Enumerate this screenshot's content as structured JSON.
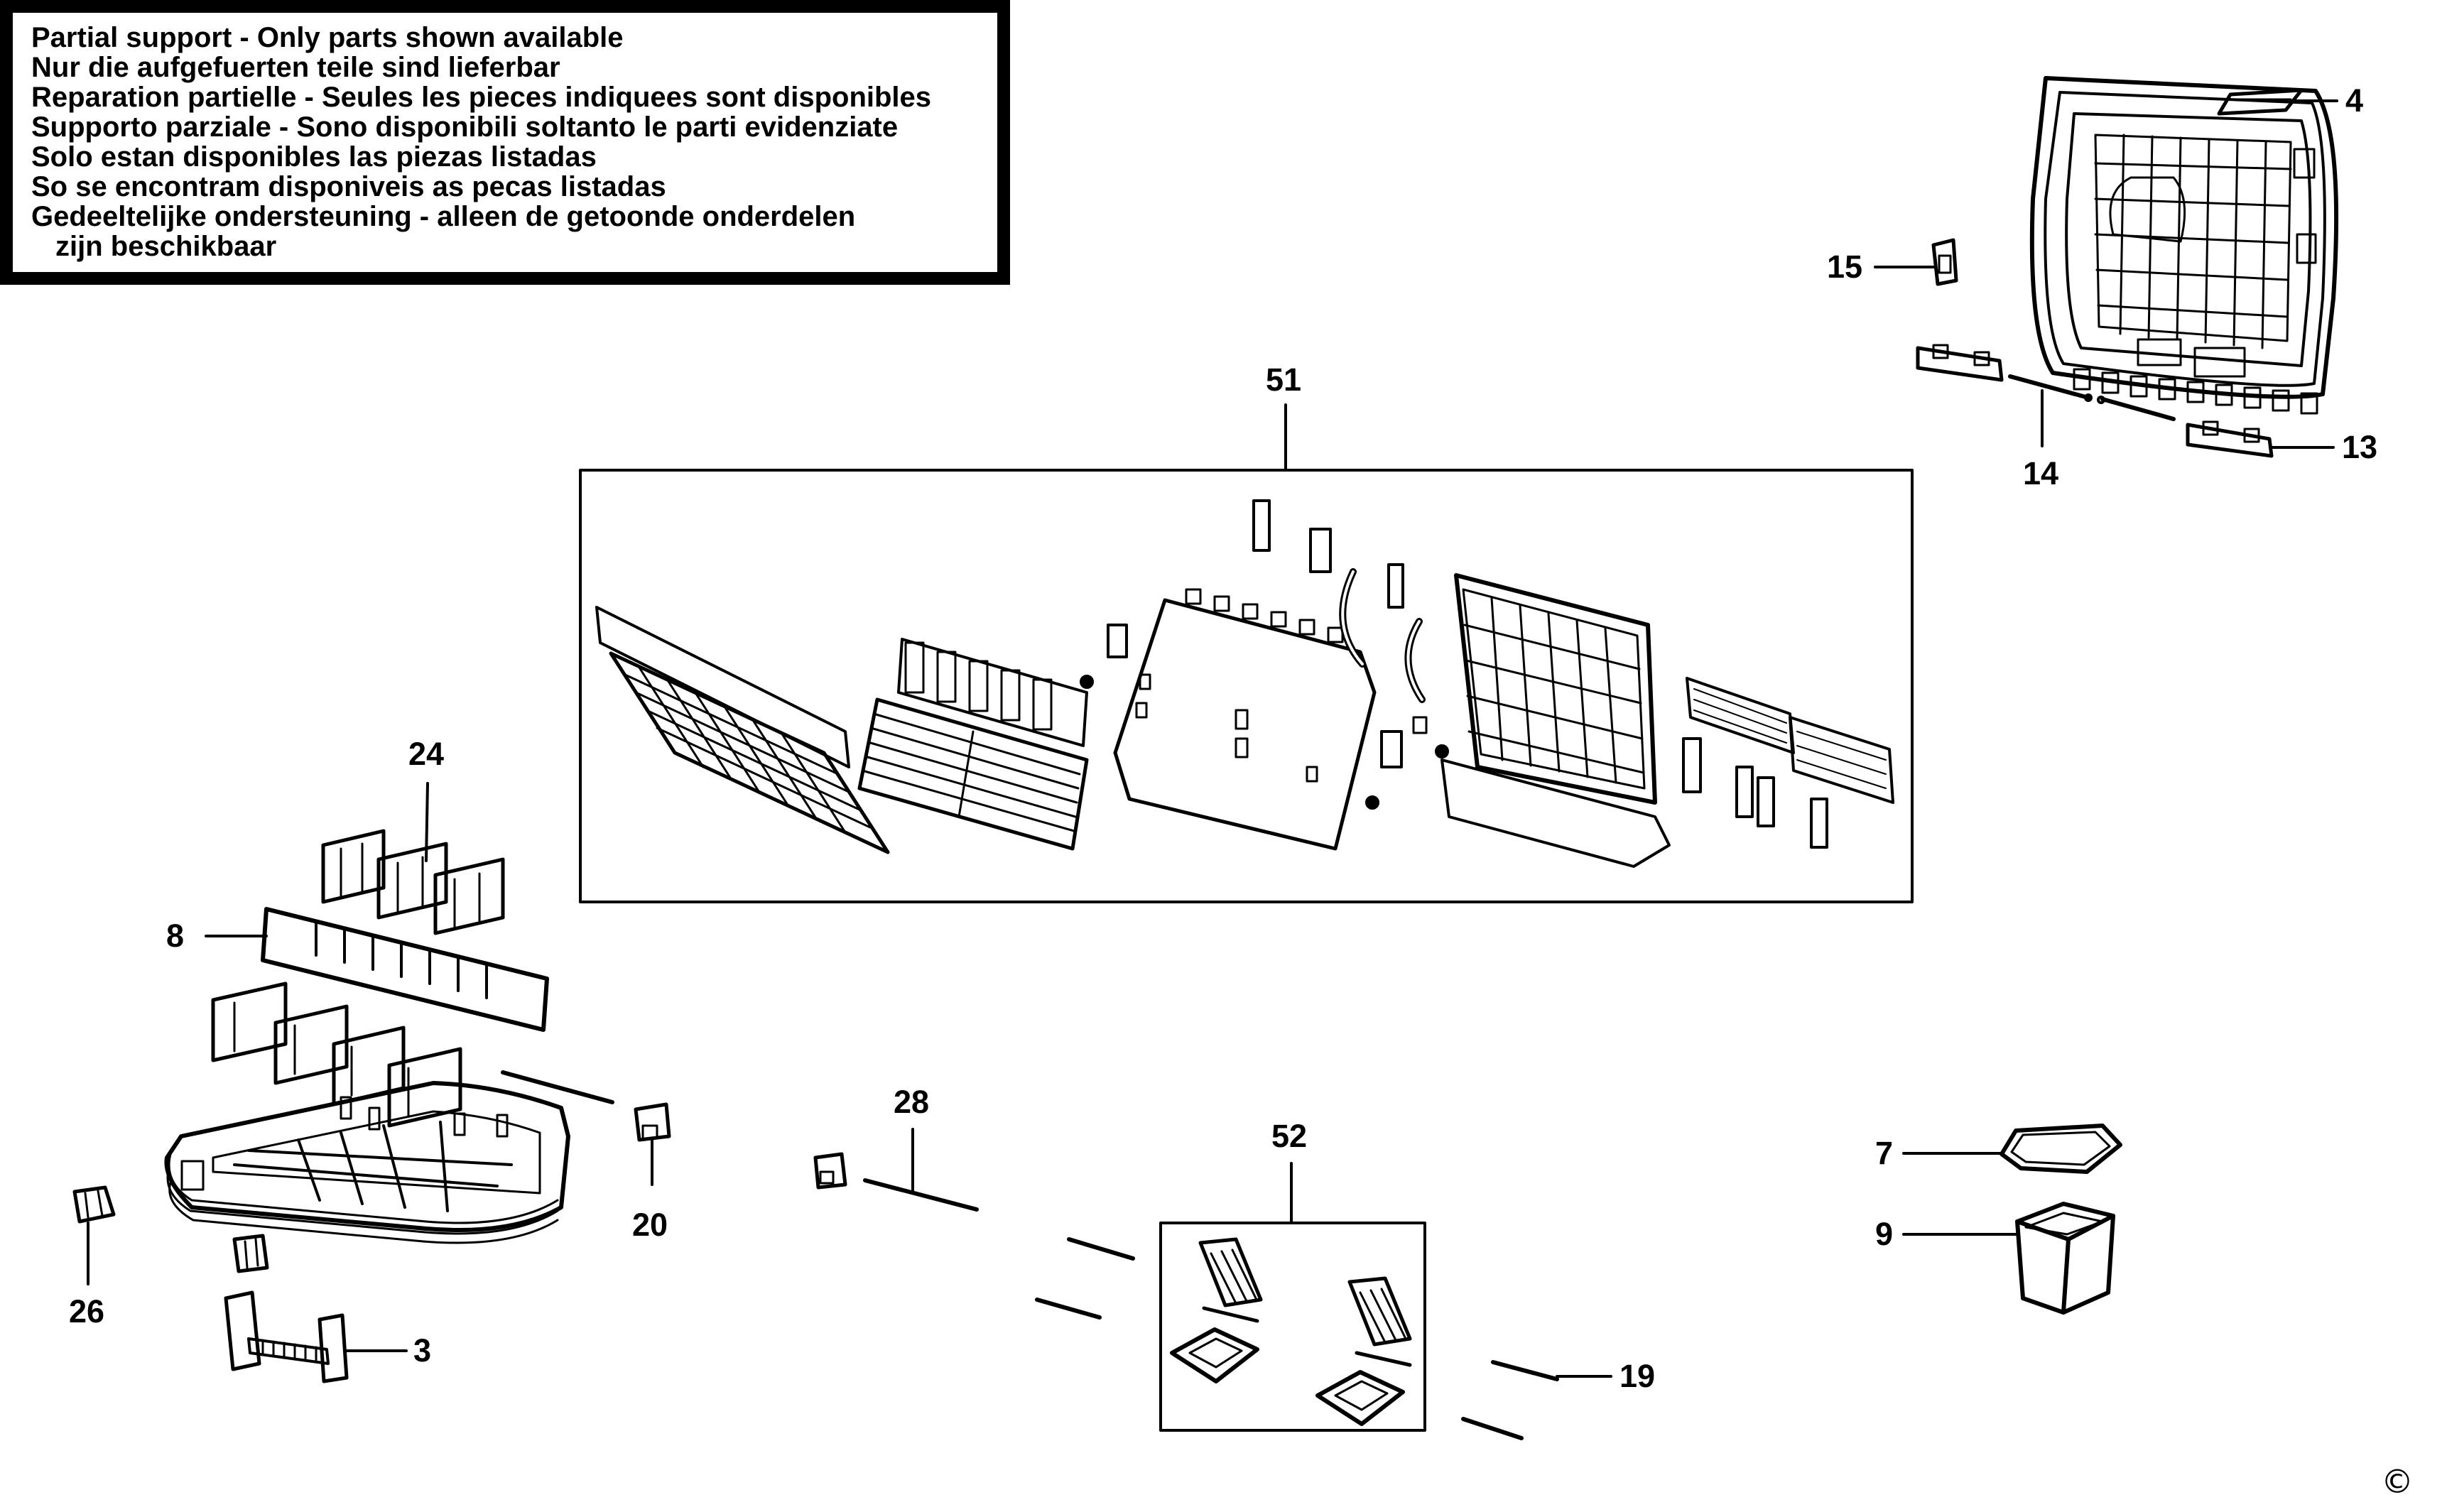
{
  "notice": {
    "lines": [
      "Partial support - Only parts shown available",
      "Nur die aufgefuerten teile sind lieferbar",
      "Reparation partielle - Seules les pieces indiquees sont disponibles",
      "Supporto parziale - Sono disponibili soltanto le parti evidenziate",
      "Solo estan disponibles las piezas listadas",
      "So se encontram disponiveis as pecas listadas",
      "Gedeeltelijke ondersteuning - alleen de getoonde onderdelen",
      "zijn beschikbaar"
    ]
  },
  "callouts": {
    "c4": "4",
    "c15": "15",
    "c14": "14",
    "c13": "13",
    "c51": "51",
    "c24": "24",
    "c8": "8",
    "c20": "20",
    "c26": "26",
    "c3": "3",
    "c28": "28",
    "c52": "52",
    "c19": "19",
    "c7": "7",
    "c9": "9"
  },
  "copyright_symbol": "©",
  "colors": {
    "ink": "#000000",
    "paper": "#ffffff"
  }
}
